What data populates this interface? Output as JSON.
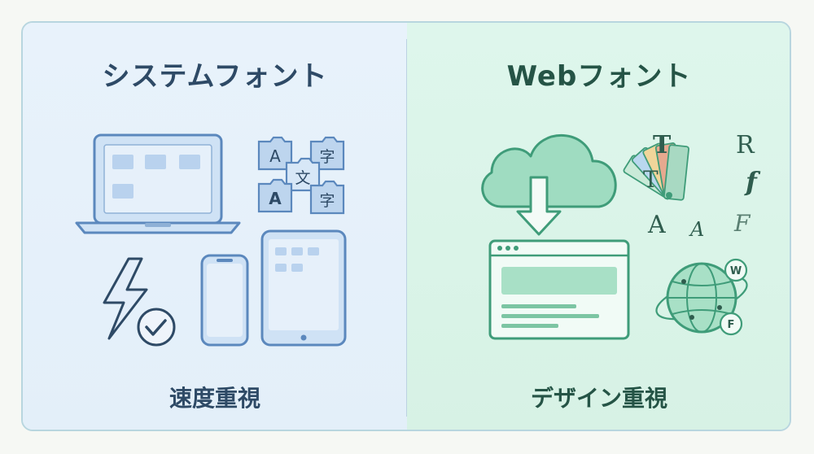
{
  "left_panel": {
    "title": "システムフォント",
    "caption": "速度重視",
    "glyph_tiles": [
      "A",
      "字",
      "文",
      "A",
      "字"
    ]
  },
  "right_panel": {
    "title": "Webフォント",
    "caption": "デザイン重視",
    "type_glyphs": [
      "T",
      "R",
      "T",
      "f",
      "A",
      "A",
      "F"
    ],
    "globe_badges": [
      "W",
      "F"
    ]
  },
  "colors": {
    "left_accent": "#5b88bd",
    "left_fill": "#cfe2f5",
    "right_accent": "#3f9c79",
    "right_fill": "#bfe9d6",
    "heading_dark": "#2e4a66"
  }
}
